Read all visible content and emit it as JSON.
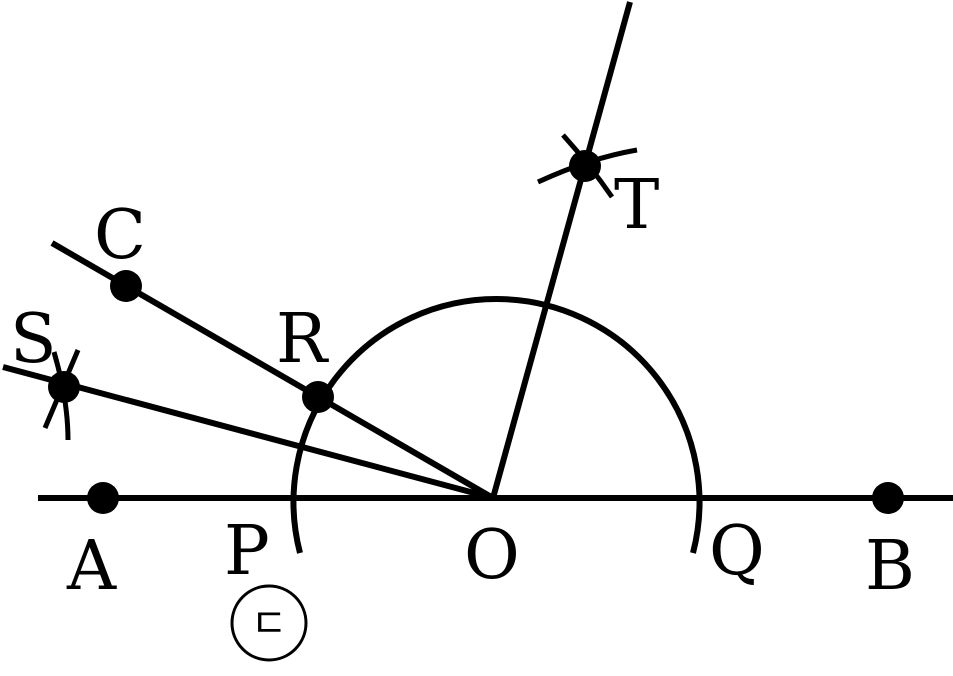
{
  "diagram": {
    "points": {
      "A": "A",
      "P": "P",
      "O": "O",
      "Q": "Q",
      "B": "B",
      "C": "C",
      "R": "R",
      "S": "S",
      "T": "T"
    },
    "figure_marker": "ㄷ",
    "colors": {
      "ink": "#000000",
      "background": "#ffffff"
    }
  }
}
